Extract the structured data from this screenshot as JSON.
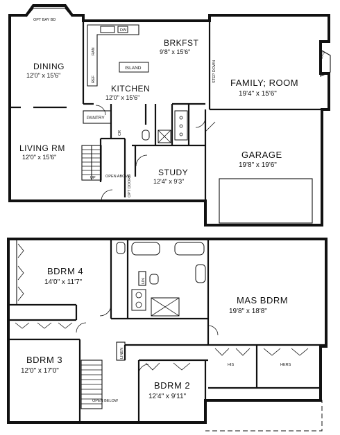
{
  "first_floor": {
    "dining": {
      "name": "DINING",
      "dims": "12'0\" x 15'6\""
    },
    "kitchen": {
      "name": "KITCHEN",
      "dims": "12'0\" x 15'6\""
    },
    "breakfast": {
      "name": "BRKFST",
      "dims": "9'8\" x 15'6\""
    },
    "family_room": {
      "name": "FAMILY; ROOM",
      "dims": "19'4\" x 15'6\""
    },
    "living_room": {
      "name": "LIVING RM",
      "dims": "12'0\" x 15'6\""
    },
    "study": {
      "name": "STUDY",
      "dims": "12'4\" x 9'3\""
    },
    "garage": {
      "name": "GARAGE",
      "dims": "19'8\" x 19'6\""
    },
    "labels": {
      "opt_bay": "OPT BAY BD",
      "island": "ISLAND",
      "pantry": "PANTRY",
      "refrigerator": "REF",
      "range": "RAN",
      "dishwasher": "DW",
      "step_down": "STEP DOWN",
      "gas": "GAS",
      "open_above": "OPEN ABOVE",
      "up": "UP",
      "closet": "CR",
      "opt_doors": "OPT DOORS"
    }
  },
  "second_floor": {
    "bedroom4": {
      "name": "BDRM 4",
      "dims": "14'0\" x 11'7\""
    },
    "bedroom3": {
      "name": "BDRM 3",
      "dims": "12'0\" x 17'0\""
    },
    "bedroom2": {
      "name": "BDRM 2",
      "dims": "12'4\" x 9'11\""
    },
    "master": {
      "name": "MAS BDRM",
      "dims": "19'8\" x 18'8\""
    },
    "labels": {
      "his": "HIS",
      "hers": "HERS",
      "open_below": "OPEN BELOW",
      "linen": "LIN",
      "linen2": "LINEN"
    }
  }
}
